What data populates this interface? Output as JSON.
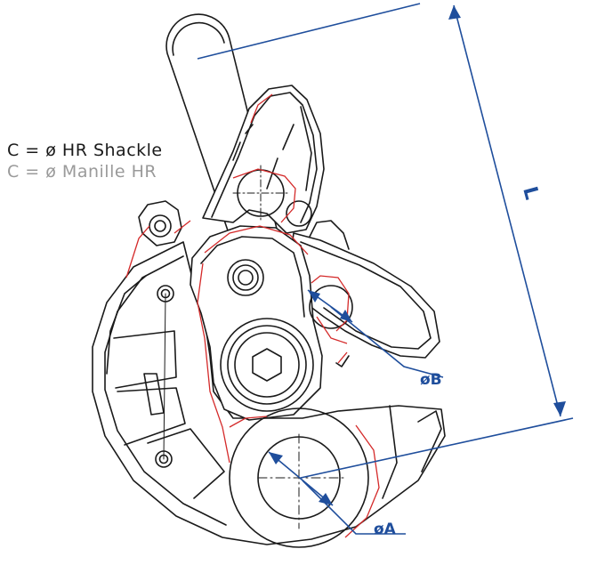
{
  "labels": {
    "shackle_en": "C = ø HR Shackle",
    "shackle_fr": "C = ø Manille HR"
  },
  "dimensions": {
    "length": "L",
    "diameter_b": "øB",
    "diameter_a": "øA"
  },
  "colors": {
    "outline": "#1a1a1a",
    "dimension": "#1f4e9c",
    "highlight": "#d42a2a",
    "secondary_text": "#9a9a9a"
  }
}
